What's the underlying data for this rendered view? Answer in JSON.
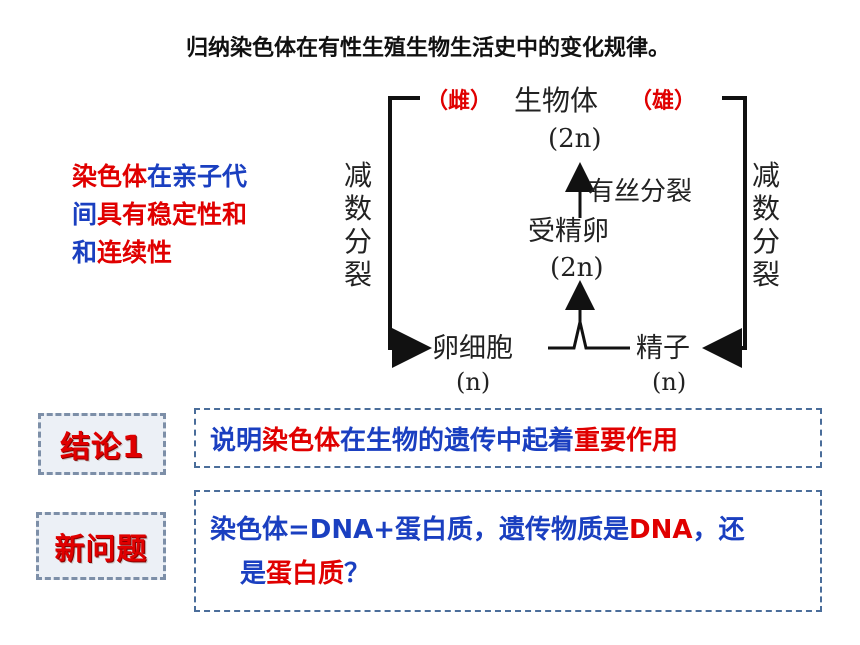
{
  "title": "归纳染色体在有性生殖生物生活史中的变化规律。",
  "diagram": {
    "female": "（雌）",
    "organism": "生物体",
    "male": "（雄）",
    "ploidy_2n": "(2n)",
    "mitosis": "有丝分裂",
    "zygote": "受精卵",
    "zygote_ploidy": "(2n)",
    "meiosis_chars": [
      "减",
      "数",
      "分",
      "裂"
    ],
    "egg": "卵细胞",
    "egg_ploidy": "(n)",
    "sperm": "精子",
    "sperm_ploidy": "(n)"
  },
  "note": {
    "l1a": "染色体",
    "l1b": "在亲子代",
    "l2a": "间",
    "l2b": "具有稳定性和",
    "l3a": "和",
    "l3b": "连续性"
  },
  "conclusion": {
    "tag": "结论1",
    "p1": "说明",
    "p2": "染色体",
    "p3": "在生物的遗传中起着",
    "p4": "重要作用"
  },
  "question": {
    "tag": "新问题",
    "p1": "染色体=DNA+蛋白质，遗传物质是",
    "p2": "DNA",
    "p3": "，还",
    "p4": "是",
    "p5": "蛋白质",
    "p6": "？"
  }
}
